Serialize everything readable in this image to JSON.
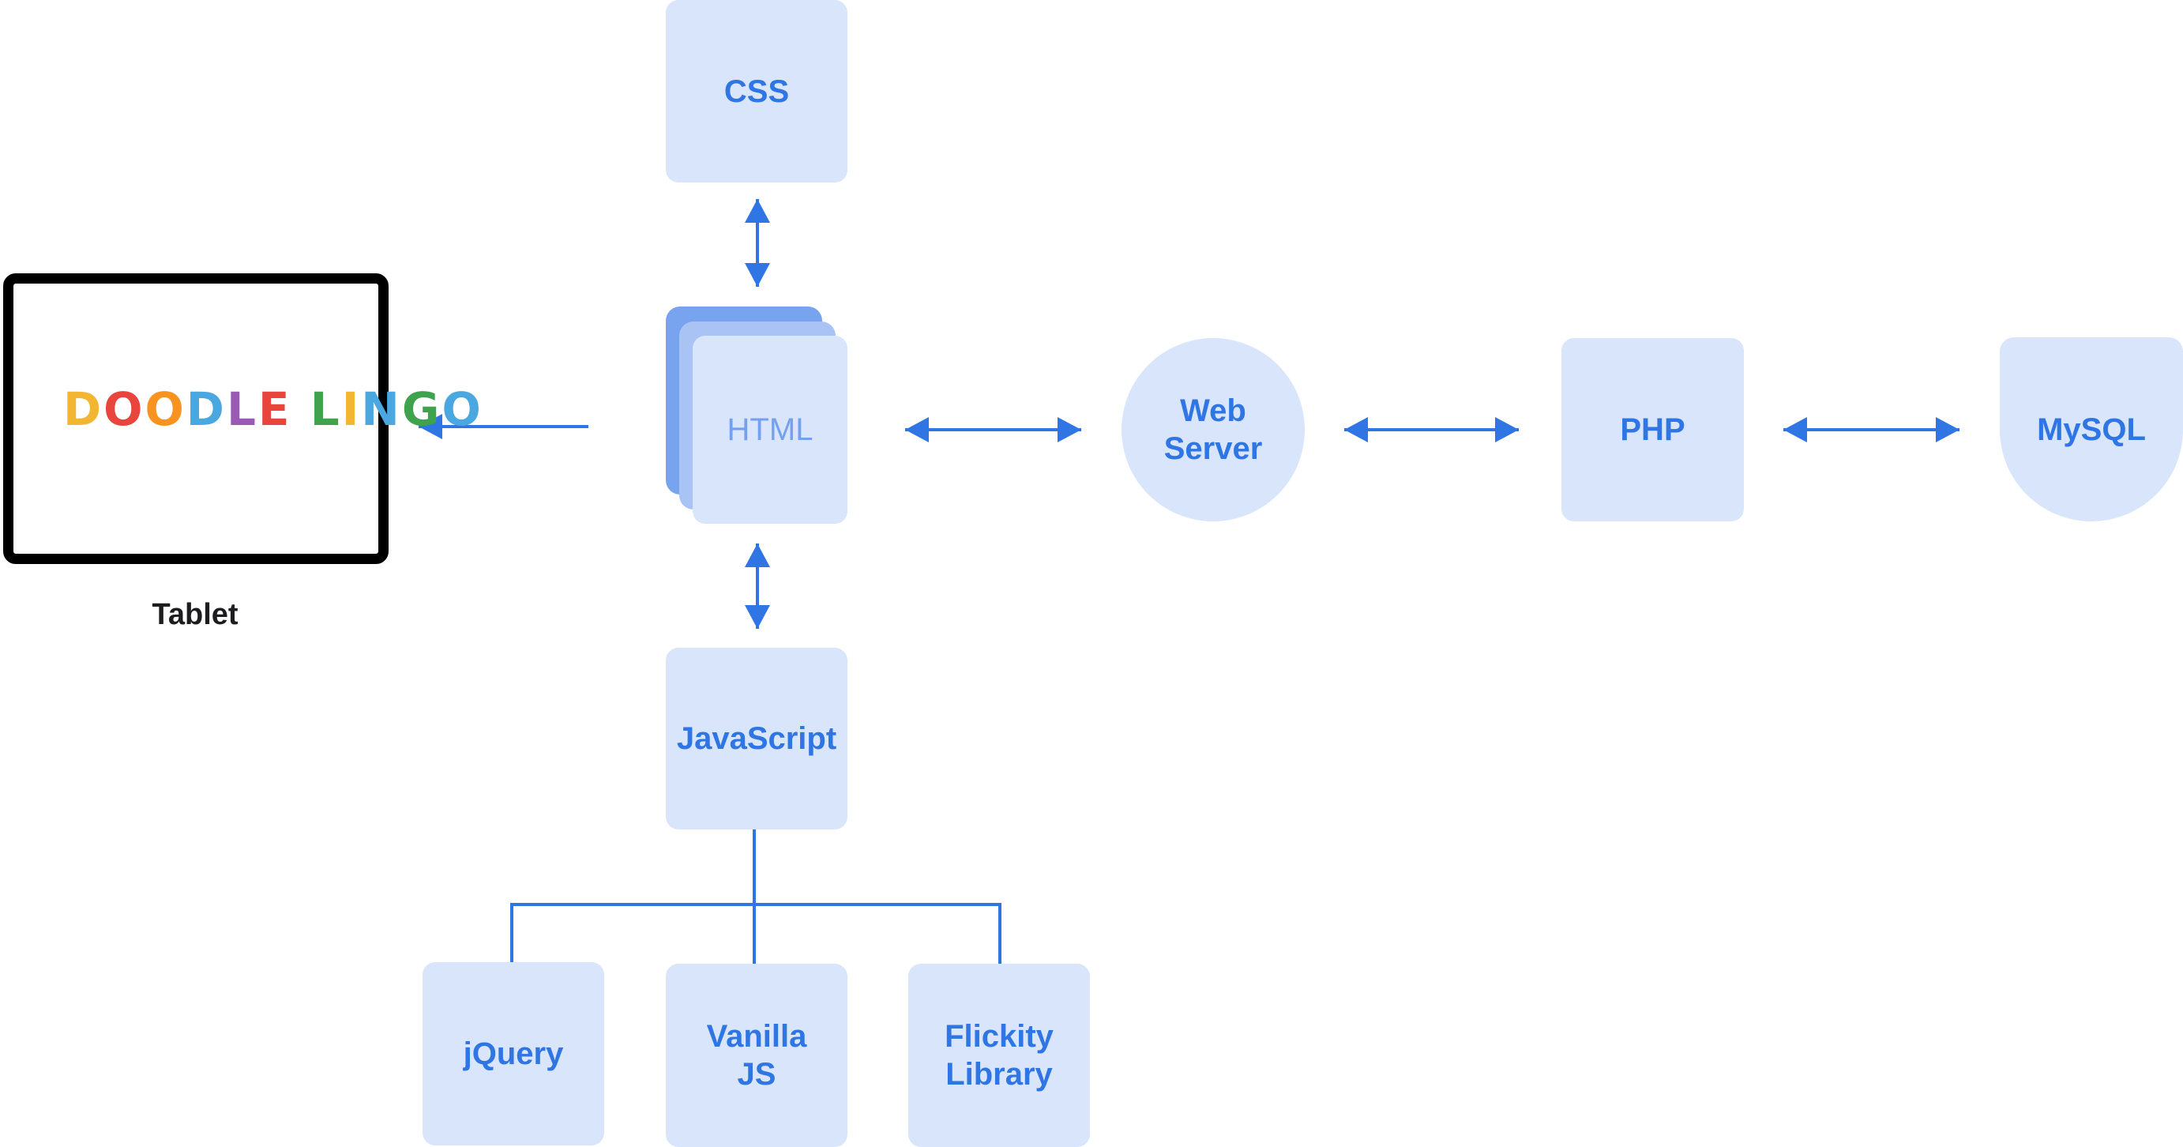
{
  "nodes": {
    "css": "CSS",
    "html": "HTML",
    "javascript": "JavaScript",
    "jquery": "jQuery",
    "vanilla_js": [
      "Vanilla",
      "JS"
    ],
    "flickity": [
      "Flickity",
      "Library"
    ],
    "web_server": [
      "Web",
      "Server"
    ],
    "php": "PHP",
    "mysql": "MySQL"
  },
  "tablet": {
    "label": "Tablet",
    "logo_text": "DOODLE LINGO",
    "logo_colors": [
      "#f2b632",
      "#e8453c",
      "#f7931e",
      "#4aa7e0",
      "#9b59b6",
      "#e8453c",
      "#3fa34d",
      "#f2b632",
      "#4aa7e0",
      "#3fa34d",
      "#4aa7e0",
      "#f7931e"
    ]
  },
  "colors": {
    "node_fill": "#d8e5fa",
    "node_text": "#2f75e4",
    "connector": "#2f75e4"
  }
}
